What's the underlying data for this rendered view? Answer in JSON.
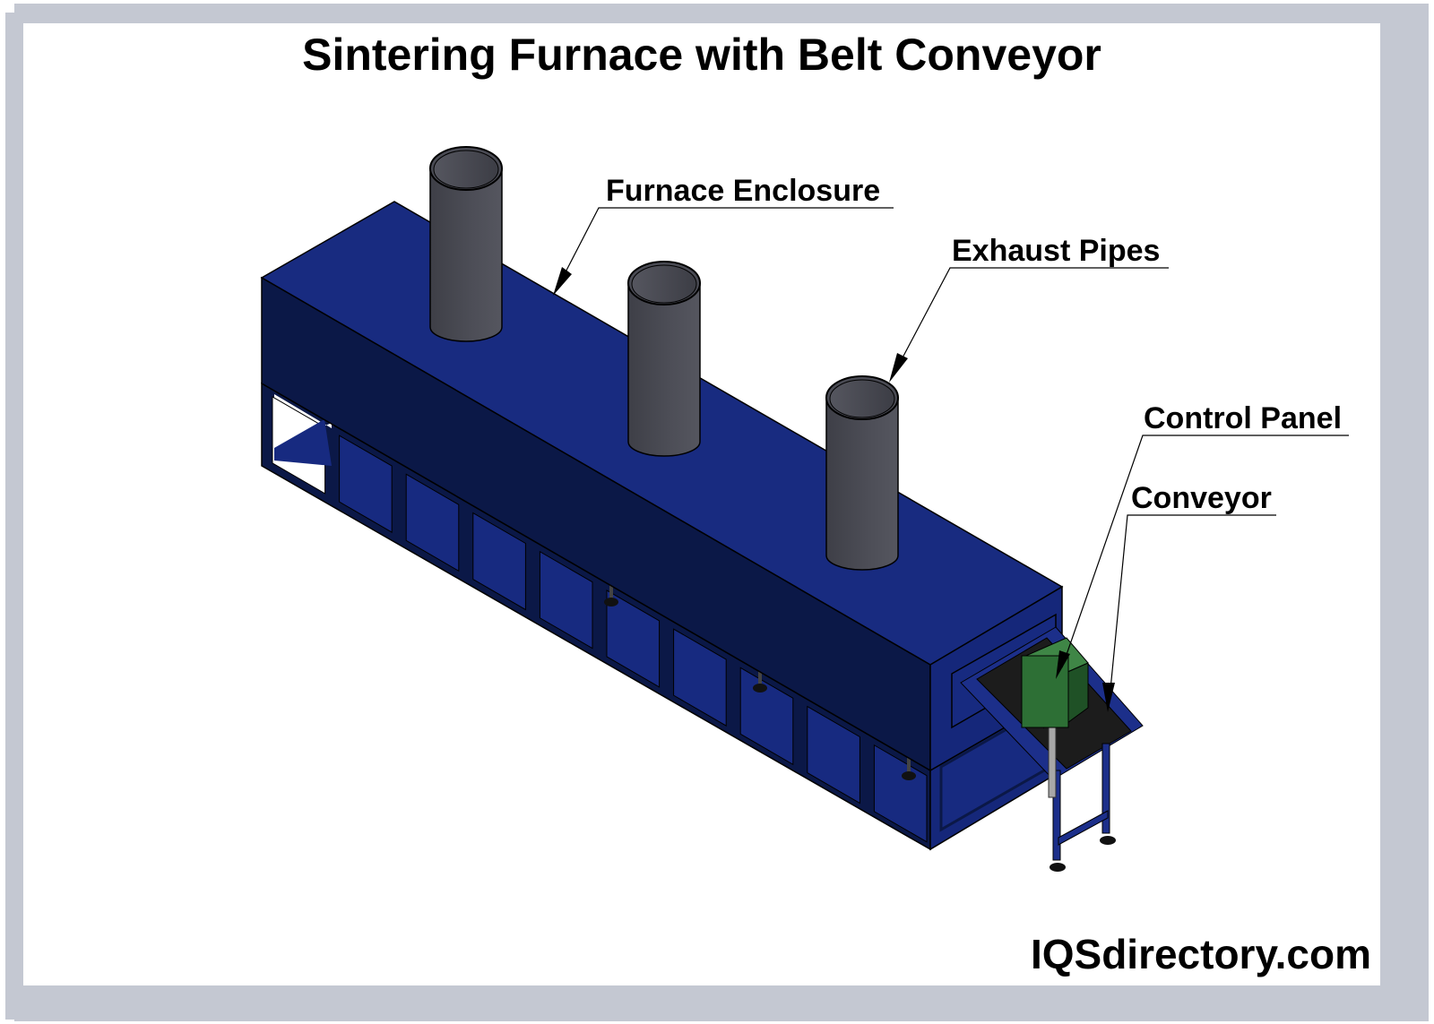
{
  "title": "Sintering Furnace with Belt Conveyor",
  "labels": {
    "furnace_enclosure": "Furnace Enclosure",
    "exhaust_pipes": "Exhaust Pipes",
    "control_panel": "Control Panel",
    "conveyor": "Conveyor"
  },
  "brand": "IQSdirectory.com",
  "colors": {
    "frame": "#c4c8d2",
    "enclosure_top": "#182b80",
    "enclosure_side": "#0b1847",
    "enclosure_end": "#15277a",
    "panel_fill": "#172a80",
    "pipe": "#4a4b54",
    "control_panel": "#2e6a34",
    "belt": "#1c1c1c"
  }
}
